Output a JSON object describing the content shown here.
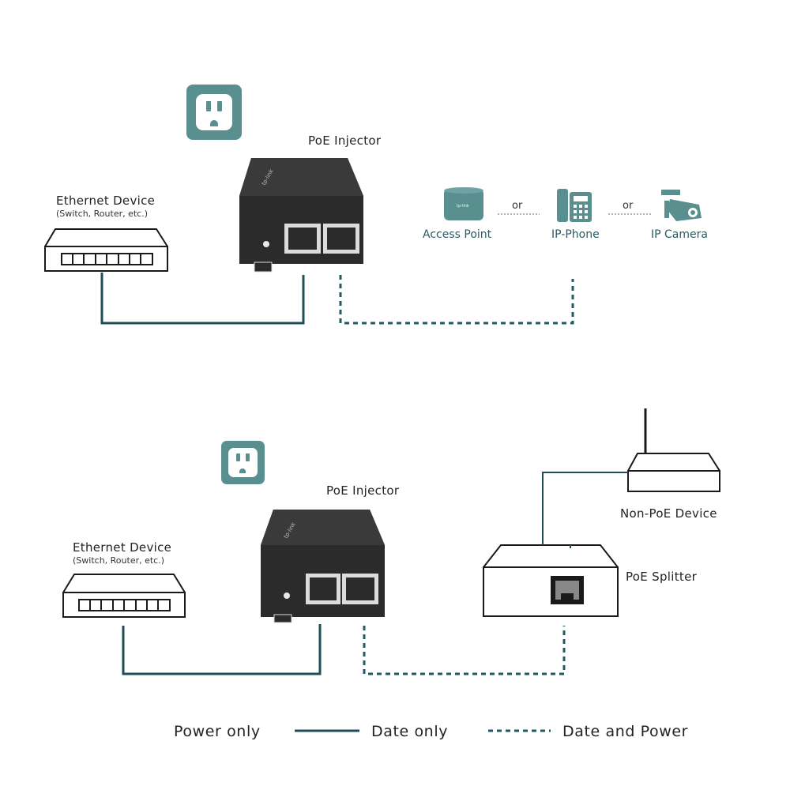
{
  "colors": {
    "teal": "#1f4f55",
    "dashed_teal": "#1f5b61",
    "icon_teal": "#5a8f8f",
    "device_dark": "#2b2b2b",
    "device_outline": "#1a1a1a"
  },
  "top": {
    "injector_label": "PoE Injector",
    "ethernet_title": "Ethernet Device",
    "ethernet_sub": "(Switch, Router, etc.)",
    "ap_label": "Access Point",
    "phone_label": "IP-Phone",
    "camera_label": "IP Camera",
    "or1": "or",
    "or2": "or"
  },
  "bottom": {
    "injector_label": "PoE Injector",
    "ethernet_title": "Ethernet Device",
    "ethernet_sub": "(Switch, Router, etc.)",
    "nonpoe_label": "Non-PoE Device",
    "splitter_label": "PoE Splitter"
  },
  "legend": {
    "power_only": "Power only",
    "date_only": "Date only",
    "date_and_power": "Date and Power"
  },
  "icons": {
    "outlet": "power-outlet-icon",
    "access_point": "access-point-icon",
    "phone": "ip-phone-icon",
    "camera": "ip-camera-icon"
  }
}
